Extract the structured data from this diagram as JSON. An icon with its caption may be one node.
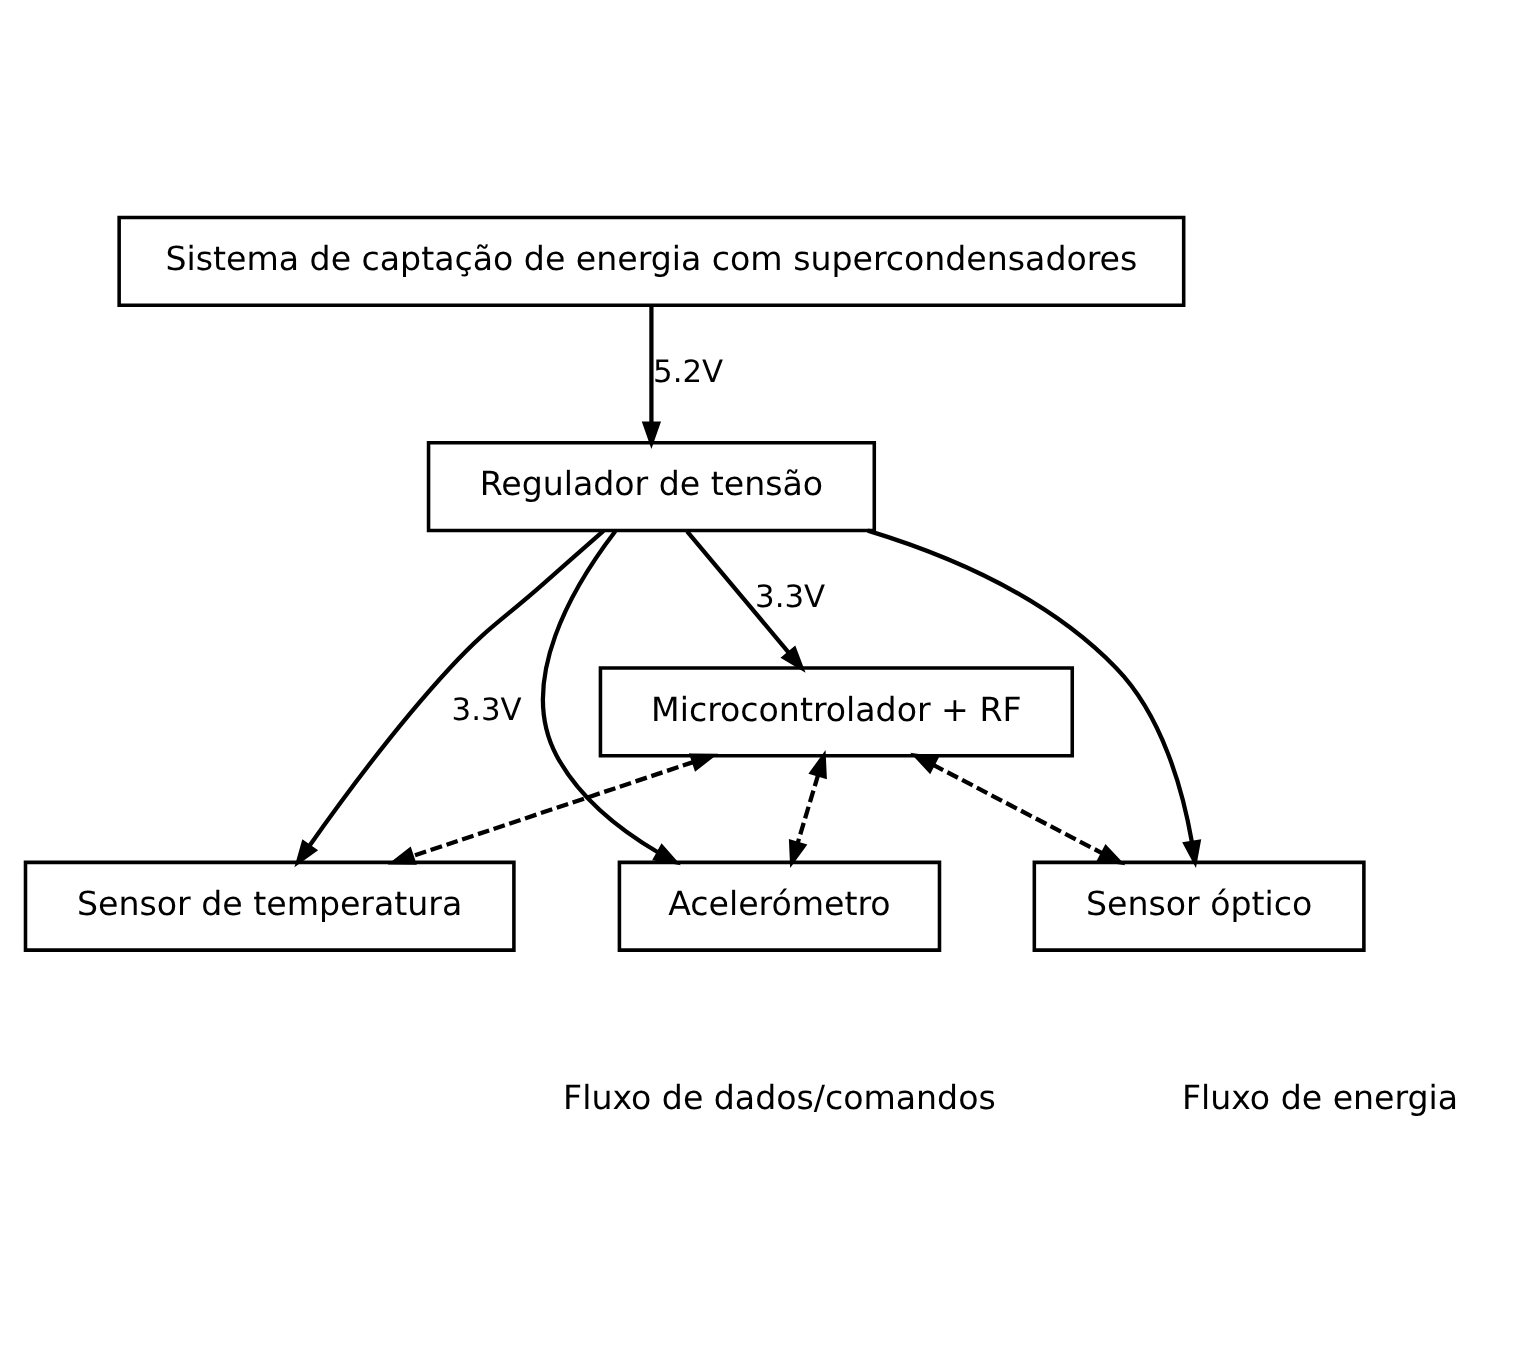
{
  "diagram": {
    "nodes": [
      {
        "text": [
          "Sistema de captação de energia com supercondensadores"
        ]
      },
      {
        "text": [
          "Regulador de tensão"
        ]
      },
      {
        "text": [
          "Sensor de temperatura"
        ]
      },
      {
        "text": [
          "Sensor óptico"
        ]
      },
      {
        "text": [
          "Acelerómetro"
        ]
      },
      {
        "text": [
          "Microcontrolador + RF"
        ]
      }
    ],
    "edges": [
      {
        "from": 0,
        "to": 1,
        "arrow": "to",
        "label": "5.2V"
      },
      {
        "from": 1,
        "to": 2,
        "arrow": "to",
        "label": "3.3V"
      },
      {
        "from": 1,
        "to": 3,
        "arrow": "to"
      },
      {
        "from": 1,
        "to": 4,
        "arrow": "to"
      },
      {
        "from": 1,
        "to": 5,
        "arrow": "to",
        "label": "3.3V"
      },
      {
        "from": 5,
        "to": 2,
        "arrow": "both",
        "style": "dashed"
      },
      {
        "from": 5,
        "to": 3,
        "arrow": "both",
        "style": "dashed"
      },
      {
        "from": 5,
        "to": 4,
        "arrow": "both",
        "style": "dashed"
      }
    ],
    "legend": [
      {
        "text": "Fluxo de dados/comandos"
      },
      {
        "text": "Fluxo de energia"
      }
    ]
  }
}
